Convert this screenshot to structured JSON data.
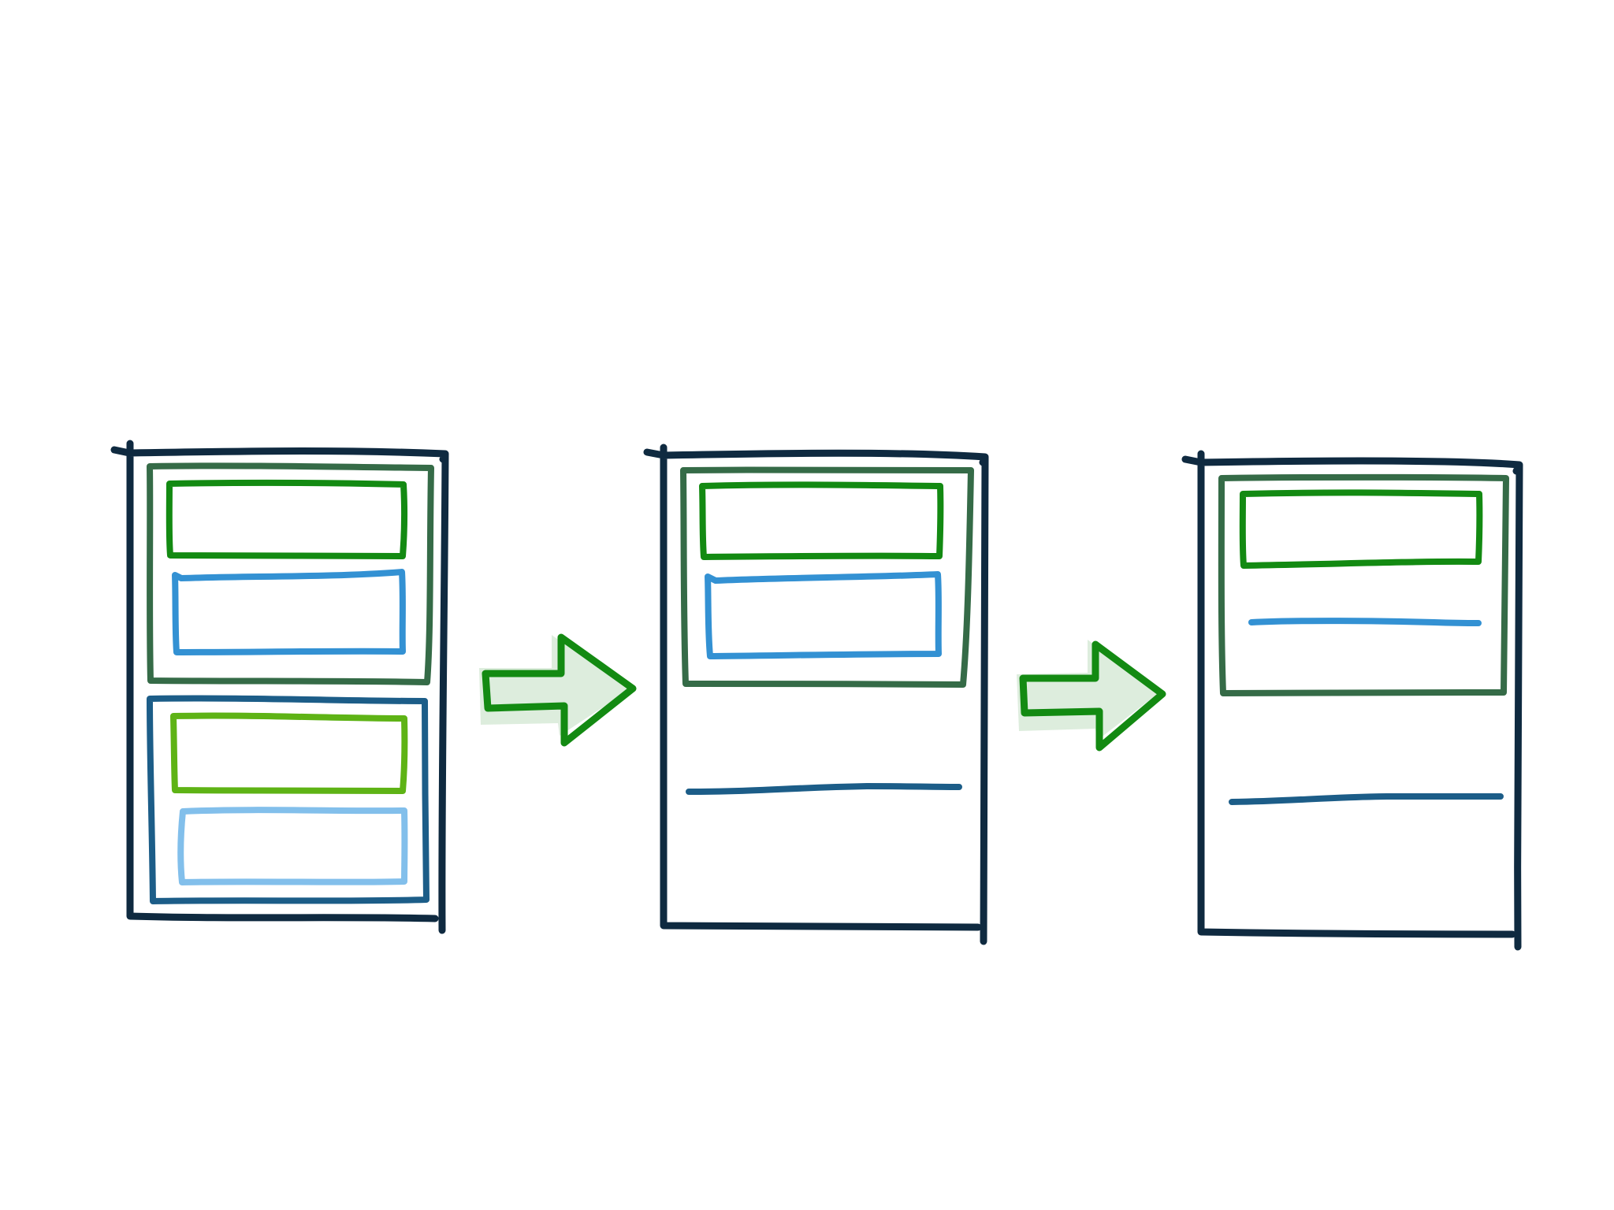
{
  "colors": {
    "background": "#ffffff",
    "outer_frame": "#0f2a40",
    "container_green": "#356b47",
    "container_blue": "#1c5d88",
    "box_green": "#138a12",
    "box_light_green": "#5eb315",
    "box_blue": "#3391d3",
    "box_light_blue": "#82bfeb",
    "line_blue": "#3391d3",
    "line_dark_blue": "#1c5d88",
    "arrow_green": "#138a12",
    "arrow_shadow": "#d9ebd9"
  },
  "diagram": {
    "panels": [
      {
        "name": "stage-1",
        "contents": [
          "green-container",
          "green-box",
          "blue-box",
          "blue-container",
          "light-green-box",
          "light-blue-box"
        ]
      },
      {
        "name": "stage-2",
        "contents": [
          "green-container",
          "green-box",
          "blue-box",
          "dark-blue-line"
        ]
      },
      {
        "name": "stage-3",
        "contents": [
          "green-container",
          "green-box",
          "blue-line",
          "dark-blue-line"
        ]
      }
    ],
    "arrows": [
      {
        "from": "stage-1",
        "to": "stage-2",
        "icon": "right-arrow-icon"
      },
      {
        "from": "stage-2",
        "to": "stage-3",
        "icon": "right-arrow-icon"
      }
    ]
  }
}
